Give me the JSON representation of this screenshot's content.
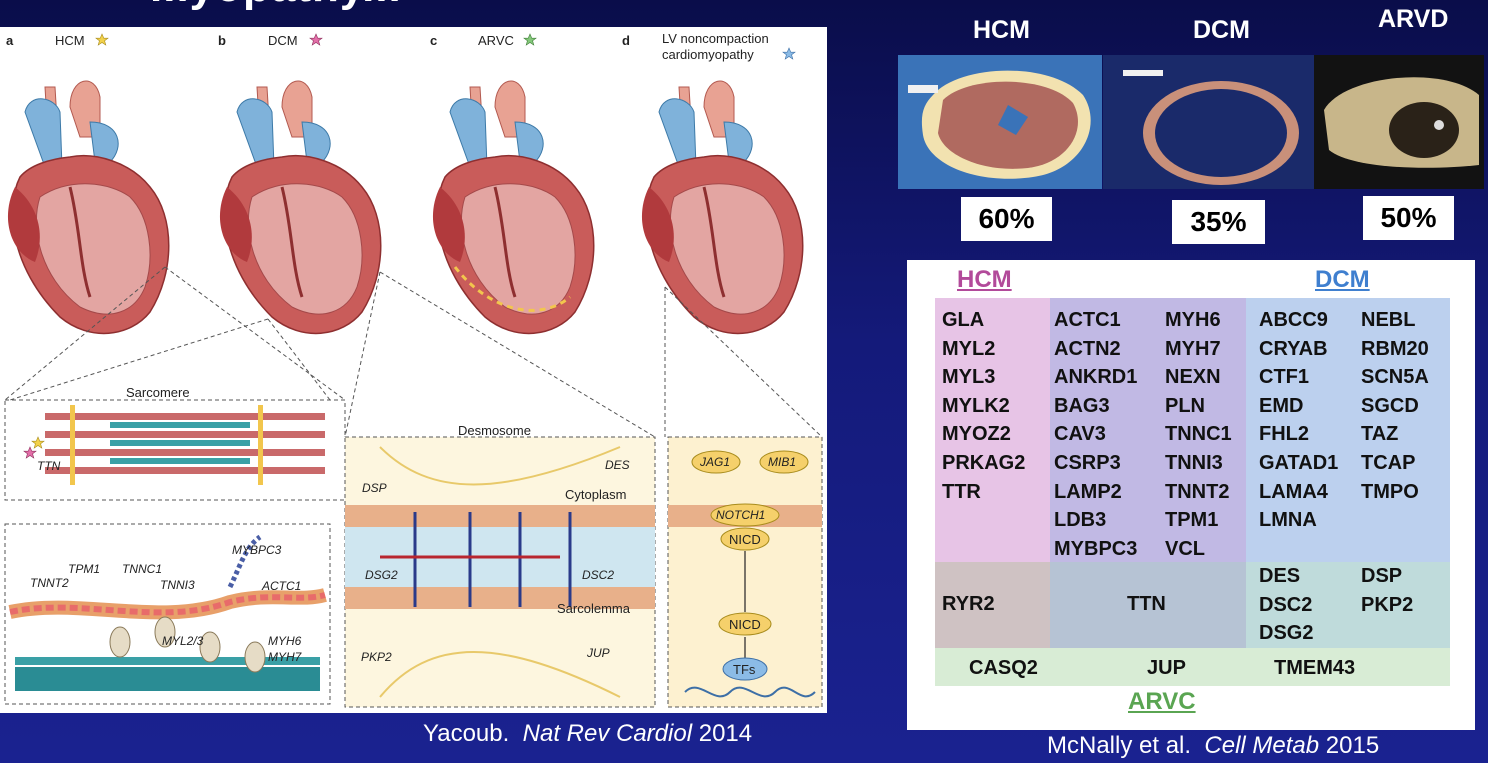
{
  "slide": {
    "title": "...yopathy..."
  },
  "left_figure": {
    "panels": [
      {
        "letter": "a",
        "label": "HCM"
      },
      {
        "letter": "b",
        "label": "DCM"
      },
      {
        "letter": "c",
        "label": "ARVC"
      },
      {
        "letter": "d",
        "label_line1": "LV noncompaction",
        "label_line2": "cardiomyopathy"
      }
    ],
    "sarcomere": {
      "title": "Sarcomere",
      "gene": "TTN"
    },
    "thin_filament_genes": [
      "TNNT2",
      "TPM1",
      "TNNC1",
      "TNNI3",
      "MYBPC3",
      "ACTC1",
      "MYL2/3",
      "MYH6",
      "MYH7"
    ],
    "desmosome": {
      "title": "Desmosome",
      "cytoplasm": "Cytoplasm",
      "sarcolemma": "Sarcolemma",
      "genes": [
        "DSP",
        "DES",
        "DSG2",
        "DSC2",
        "PKP2",
        "JUP"
      ]
    },
    "notch": {
      "genes": [
        "JAG1",
        "MIB1",
        "NOTCH1"
      ],
      "nicd_top": "NICD",
      "nicd_mid": "NICD",
      "tfs": "TFs"
    }
  },
  "caption_left": {
    "author": "Yacoub.",
    "journal": "Nat Rev Cardiol",
    "year": "2014"
  },
  "photos": [
    {
      "label": "HCM",
      "percent": "60%"
    },
    {
      "label": "DCM",
      "percent": "35%"
    },
    {
      "label": "ARVD",
      "percent": "50%"
    }
  ],
  "gene_table": {
    "header_left": "HCM",
    "header_right": "DCM",
    "footer": "ARVC",
    "hcm_only": [
      "GLA",
      "MYL2",
      "MYL3",
      "MYLK2",
      "MYOZ2",
      "PRKAG2",
      "TTR"
    ],
    "shared_col1": [
      "ACTC1",
      "ACTN2",
      "ANKRD1",
      "BAG3",
      "CAV3",
      "CSRP3",
      "LAMP2",
      "LDB3",
      "MYBPC3"
    ],
    "shared_col2": [
      "MYH6",
      "MYH7",
      "NEXN",
      "PLN",
      "TNNC1",
      "TNNI3",
      "TNNT2",
      "TPM1",
      "VCL"
    ],
    "dcm_col1": [
      "ABCC9",
      "CRYAB",
      "CTF1",
      "EMD",
      "FHL2",
      "GATAD1",
      "LAMA4",
      "LMNA"
    ],
    "dcm_col2": [
      "NEBL",
      "RBM20",
      "SCN5A",
      "SGCD",
      "TAZ",
      "TCAP",
      "TMPO"
    ],
    "hcm_arvc": [
      "RYR2"
    ],
    "all_three": [
      "TTN"
    ],
    "dcm_arvc_col1": [
      "DES",
      "DSC2",
      "DSG2"
    ],
    "dcm_arvc_col2": [
      "DSP",
      "PKP2"
    ],
    "bottom_row": [
      "CASQ2",
      "JUP",
      "TMEM43"
    ]
  },
  "caption_right": {
    "author": "McNally et al.",
    "journal": "Cell Metab",
    "year": "2015"
  },
  "colors": {
    "hcm": "#e7c4e6",
    "shared": "#c1b9e4",
    "dcm": "#bcd0ee",
    "hcm_arvc": "#cfc2c3",
    "ttn": "#b6c3d4",
    "dcm_arvc": "#bfdbdb",
    "arvc_row": "#d8ecd5",
    "hcm_label": "#b24a9a",
    "dcm_label": "#3f7fcf",
    "arvc_label": "#5aa552"
  }
}
